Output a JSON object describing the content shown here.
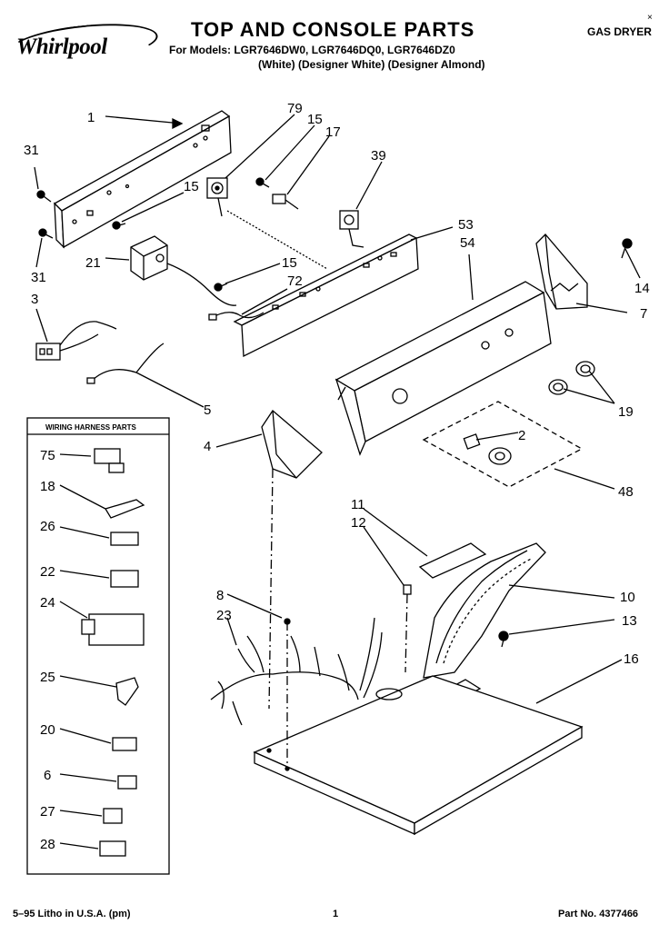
{
  "header": {
    "brand": "Whirlpool",
    "title": "TOP AND CONSOLE PARTS",
    "models": "For Models: LGR7646DW0, LGR7646DQ0, LGR7646DZ0",
    "colors": "(White)   (Designer White) (Designer Almond)",
    "product": "GAS DRYER",
    "mark": "×"
  },
  "harness_box": {
    "title": "WIRING HARNESS PARTS",
    "items": [
      "75",
      "18",
      "26",
      "22",
      "24",
      "25",
      "20",
      "6",
      "27",
      "28"
    ]
  },
  "callouts": [
    "1",
    "79",
    "15",
    "17",
    "39",
    "31",
    "15",
    "21",
    "31",
    "53",
    "54",
    "14",
    "15",
    "72",
    "7",
    "3",
    "19",
    "5",
    "4",
    "2",
    "48",
    "11",
    "12",
    "10",
    "8",
    "13",
    "23",
    "16"
  ],
  "footer": {
    "left": "5–95 Litho in U.S.A. (pm)",
    "page": "1",
    "part": "Part No. 4377466"
  }
}
